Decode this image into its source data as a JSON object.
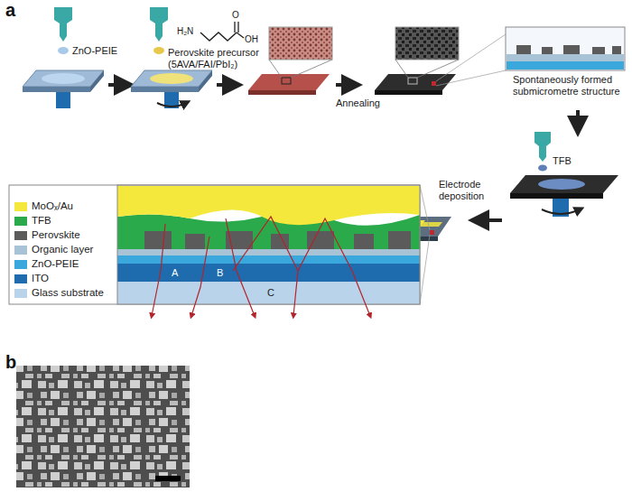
{
  "diagram": {
    "labels": [
      "a",
      "ZnO-PEIE",
      "H₂N",
      "O",
      "OH",
      "Perovskite precursor (5AVA/FAI/PbI₂)",
      "Annealing",
      "Spontaneously formed submicrometre structure",
      "TFB",
      "Electrode deposition",
      "A",
      "B",
      "C",
      "b"
    ],
    "legend": [
      {
        "text": "MoOₓ/Au",
        "color": "#f5e83c"
      },
      {
        "text": "TFB",
        "color": "#2aaa4a"
      },
      {
        "text": "Perovskite",
        "color": "#5b5b5b"
      },
      {
        "text": "Organic layer",
        "color": "#a8c3d6"
      },
      {
        "text": "ZnO-PEIE",
        "color": "#3aa8dd"
      },
      {
        "text": "ITO",
        "color": "#1e6cad"
      },
      {
        "text": "Glass substrate",
        "color": "#b9d4ea"
      }
    ]
  }
}
